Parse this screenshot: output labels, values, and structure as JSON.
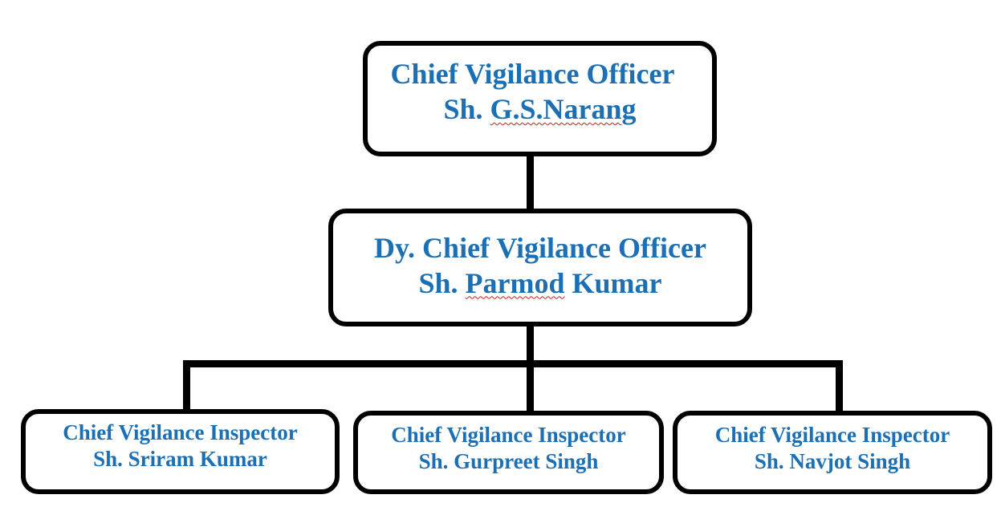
{
  "colors": {
    "text": "#1a6fb5",
    "border": "#000000",
    "connector": "#000000",
    "spellcheck_underline": "#d11a1a"
  },
  "top": {
    "role": "Chief Vigilance Officer",
    "person_prefix": "Sh.",
    "person_name": "G.S.Narang"
  },
  "deputy": {
    "role": "Dy. Chief Vigilance Officer",
    "person_prefix": "Sh.",
    "person_first": "Parmod",
    "person_last": "Kumar"
  },
  "inspectors": [
    {
      "role": "Chief Vigilance Inspector",
      "person": "Sh. Sriram Kumar"
    },
    {
      "role": "Chief Vigilance Inspector",
      "person": "Sh. Gurpreet Singh"
    },
    {
      "role": "Chief Vigilance Inspector",
      "person": "Sh. Navjot Singh"
    }
  ]
}
